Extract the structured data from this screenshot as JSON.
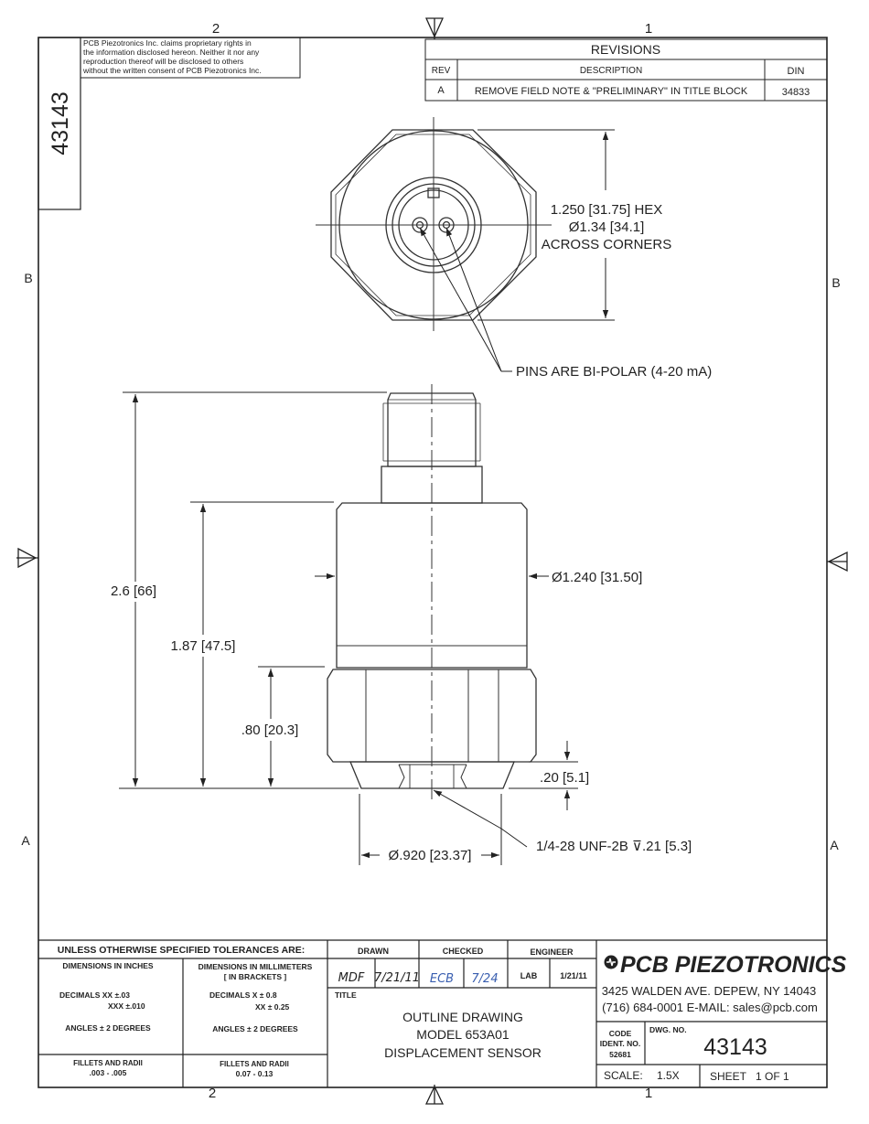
{
  "zones": {
    "top_left": "2",
    "top_right": "1",
    "bottom_left": "2",
    "bottom_right": "1",
    "left_upper": "B",
    "right_upper": "B",
    "left_lower": "A",
    "right_lower": "A"
  },
  "proprietary_notice": [
    "PCB Piezotronics Inc. claims proprietary rights in",
    "the information disclosed hereon.  Neither it nor any",
    "reproduction thereof will be disclosed to others",
    "without the written consent of PCB Piezotronics Inc."
  ],
  "side_drawing_number": "43143",
  "revisions": {
    "title": "REVISIONS",
    "headers": [
      "REV",
      "DESCRIPTION",
      "DIN"
    ],
    "rows": [
      {
        "rev": "A",
        "description": "REMOVE FIELD NOTE & \"PRELIMINARY\" IN TITLE BLOCK",
        "din": "34833"
      }
    ]
  },
  "top_view": {
    "hex_label": [
      "1.250 [31.75] HEX",
      "Ø1.34 [34.1]",
      "ACROSS CORNERS"
    ],
    "pins_label": "PINS ARE BI-POLAR (4-20 mA)"
  },
  "side_view": {
    "overall_height": "2.6 [66]",
    "body_height": "1.87 [47.5]",
    "hex_height": ".80 [20.3]",
    "base_height": ".20 [5.1]",
    "body_diameter": "Ø1.240 [31.50]",
    "base_diameter": "Ø.920 [23.37]",
    "thread_callout": "1/4-28 UNF-2B ⊽.21 [5.3]"
  },
  "tolerances": {
    "header": "UNLESS OTHERWISE SPECIFIED TOLERANCES ARE:",
    "inches_header": "DIMENSIONS  IN INCHES",
    "mm_header": [
      "DIMENSIONS IN MILLIMETERS",
      "[ IN BRACKETS ]"
    ],
    "inches_decimals": [
      "DECIMALS   XX  ±.03",
      "XXX  ±.010"
    ],
    "mm_decimals": [
      "DECIMALS   X  ± 0.8",
      "XX  ± 0.25"
    ],
    "inches_angles": "ANGLES  ±  2 DEGREES",
    "mm_angles": "ANGLES  ±  2 DEGREES",
    "inches_fillets": [
      "FILLETS AND RADII",
      ".003 - .005"
    ],
    "mm_fillets": [
      "FILLETS AND RADII",
      "0.07 - 0.13"
    ]
  },
  "approvals": {
    "drawn_header": "DRAWN",
    "checked_header": "CHECKED",
    "engineer_header": "ENGINEER",
    "drawn_by": "MDF",
    "drawn_date": "7/21/11",
    "checked_by": "ECB",
    "checked_date": "7/24",
    "engineer_by": "LAB",
    "engineer_date": "1/21/11",
    "title_label": "TITLE",
    "title_lines": [
      "OUTLINE DRAWING",
      "MODEL 653A01",
      "DISPLACEMENT SENSOR"
    ]
  },
  "company": {
    "name": "PCB PIEZOTRONICS",
    "address": "3425 WALDEN AVE. DEPEW, NY 14043",
    "contact": "(716)  684-0001 E-MAIL:  sales@pcb.com",
    "code_label": [
      "CODE",
      "IDENT. NO."
    ],
    "code_value": "52681",
    "dwg_label": "DWG. NO.",
    "dwg_value": "43143",
    "scale_label": "SCALE:",
    "scale_value": "1.5X",
    "sheet_label": "SHEET",
    "sheet_value": "1 OF 1"
  }
}
